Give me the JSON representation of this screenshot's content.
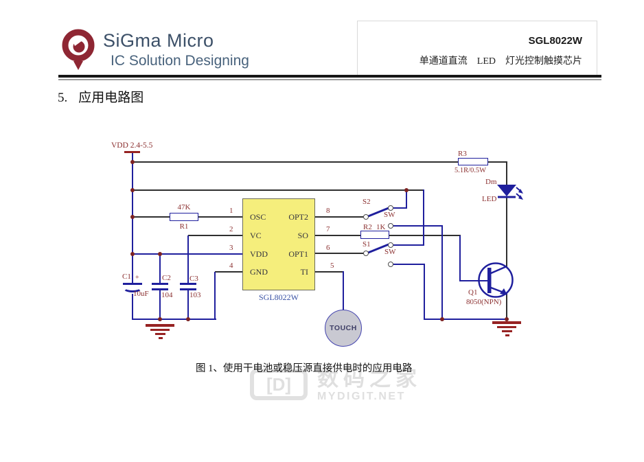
{
  "header": {
    "brand": {
      "name": "SiGma Micro",
      "tagline": "IC Solution Designing"
    },
    "part_number": "SGL8022W",
    "subtitle": "单通道直流　LED　灯光控制触摸芯片"
  },
  "section": {
    "number": "5.",
    "title": "应用电路图"
  },
  "circuit": {
    "power_label": "VDD 2.4-5.5",
    "ic": {
      "name": "SGL8022W",
      "left_pins": [
        {
          "num": "1",
          "label": "OSC"
        },
        {
          "num": "2",
          "label": "VC"
        },
        {
          "num": "3",
          "label": "VDD"
        },
        {
          "num": "4",
          "label": "GND"
        }
      ],
      "right_pins": [
        {
          "num": "8",
          "label": "OPT2"
        },
        {
          "num": "7",
          "label": "SO"
        },
        {
          "num": "6",
          "label": "OPT1"
        },
        {
          "num": "5",
          "label": "TI"
        }
      ]
    },
    "components": {
      "r1": {
        "name": "R1",
        "value": "47K"
      },
      "r2": {
        "name": "R2",
        "value": "1K"
      },
      "r3": {
        "name": "R3",
        "value": "5.1R/0.5W"
      },
      "c1": {
        "name": "C1",
        "polarity": "+",
        "value": "10uF"
      },
      "c2": {
        "name": "C2",
        "value": "104"
      },
      "c3": {
        "name": "C3",
        "value": "103"
      },
      "s1": {
        "name": "S1",
        "type": "SW"
      },
      "s2": {
        "name": "S2",
        "type": "SW"
      },
      "led": {
        "name": "Dm",
        "label": "LED"
      },
      "q1": {
        "name": "Q1",
        "value": "8050(NPN)"
      },
      "touch": {
        "label": "TOUCH"
      }
    }
  },
  "caption": "图 1、使用干电池或稳压源直接供电时的应用电路",
  "watermark": {
    "logo": "[D]",
    "title": "数码之家",
    "url": "MYDIGIT.NET"
  },
  "theme": {
    "wire_dark": "#2f2f2f",
    "wire_blue": "#1f1f9d",
    "label_red": "#8b3030",
    "junction_red": "#7c2222",
    "ground_red": "#962222",
    "chip_fill": "#f5ee7c",
    "chip_border": "#6b6b5a",
    "chip_text": "#33333f",
    "chip_name_blue": "#3952a5",
    "brand_red": "#8e2633",
    "brand_text": "#3c5068",
    "touch_fill": "#c9c9d2",
    "touch_border": "#4343ae",
    "touch_text": "#3f3f66"
  }
}
